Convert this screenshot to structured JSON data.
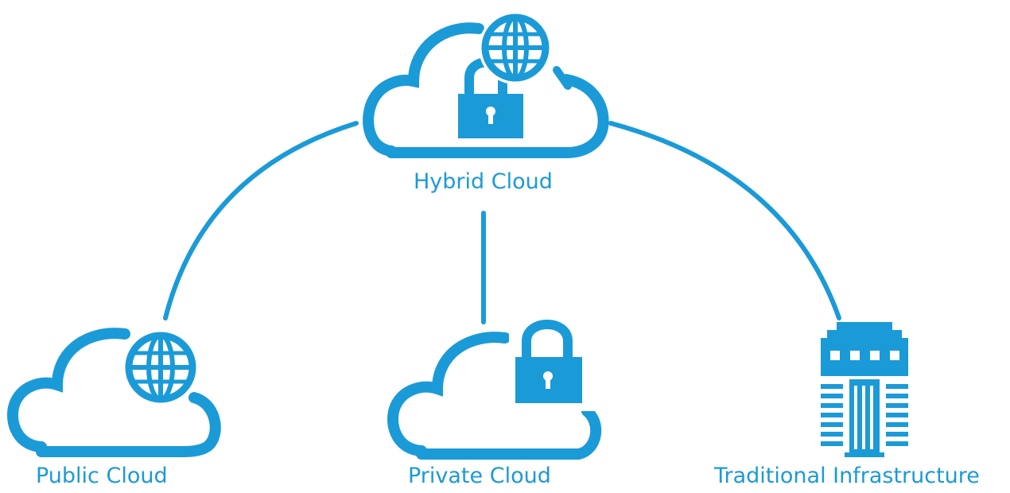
{
  "colors": {
    "accent": "#1b9ad8",
    "background": "#ffffff"
  },
  "nodes": {
    "hybrid": {
      "label": "Hybrid Cloud",
      "icon": "cloud-lock-globe-icon"
    },
    "public": {
      "label": "Public Cloud",
      "icon": "cloud-globe-icon"
    },
    "private": {
      "label": "Private Cloud",
      "icon": "cloud-lock-icon"
    },
    "traditional": {
      "label": "Traditional Infrastructure",
      "icon": "server-building-icon"
    }
  },
  "edges": [
    {
      "from": "hybrid",
      "to": "public"
    },
    {
      "from": "hybrid",
      "to": "private"
    },
    {
      "from": "hybrid",
      "to": "traditional"
    }
  ]
}
